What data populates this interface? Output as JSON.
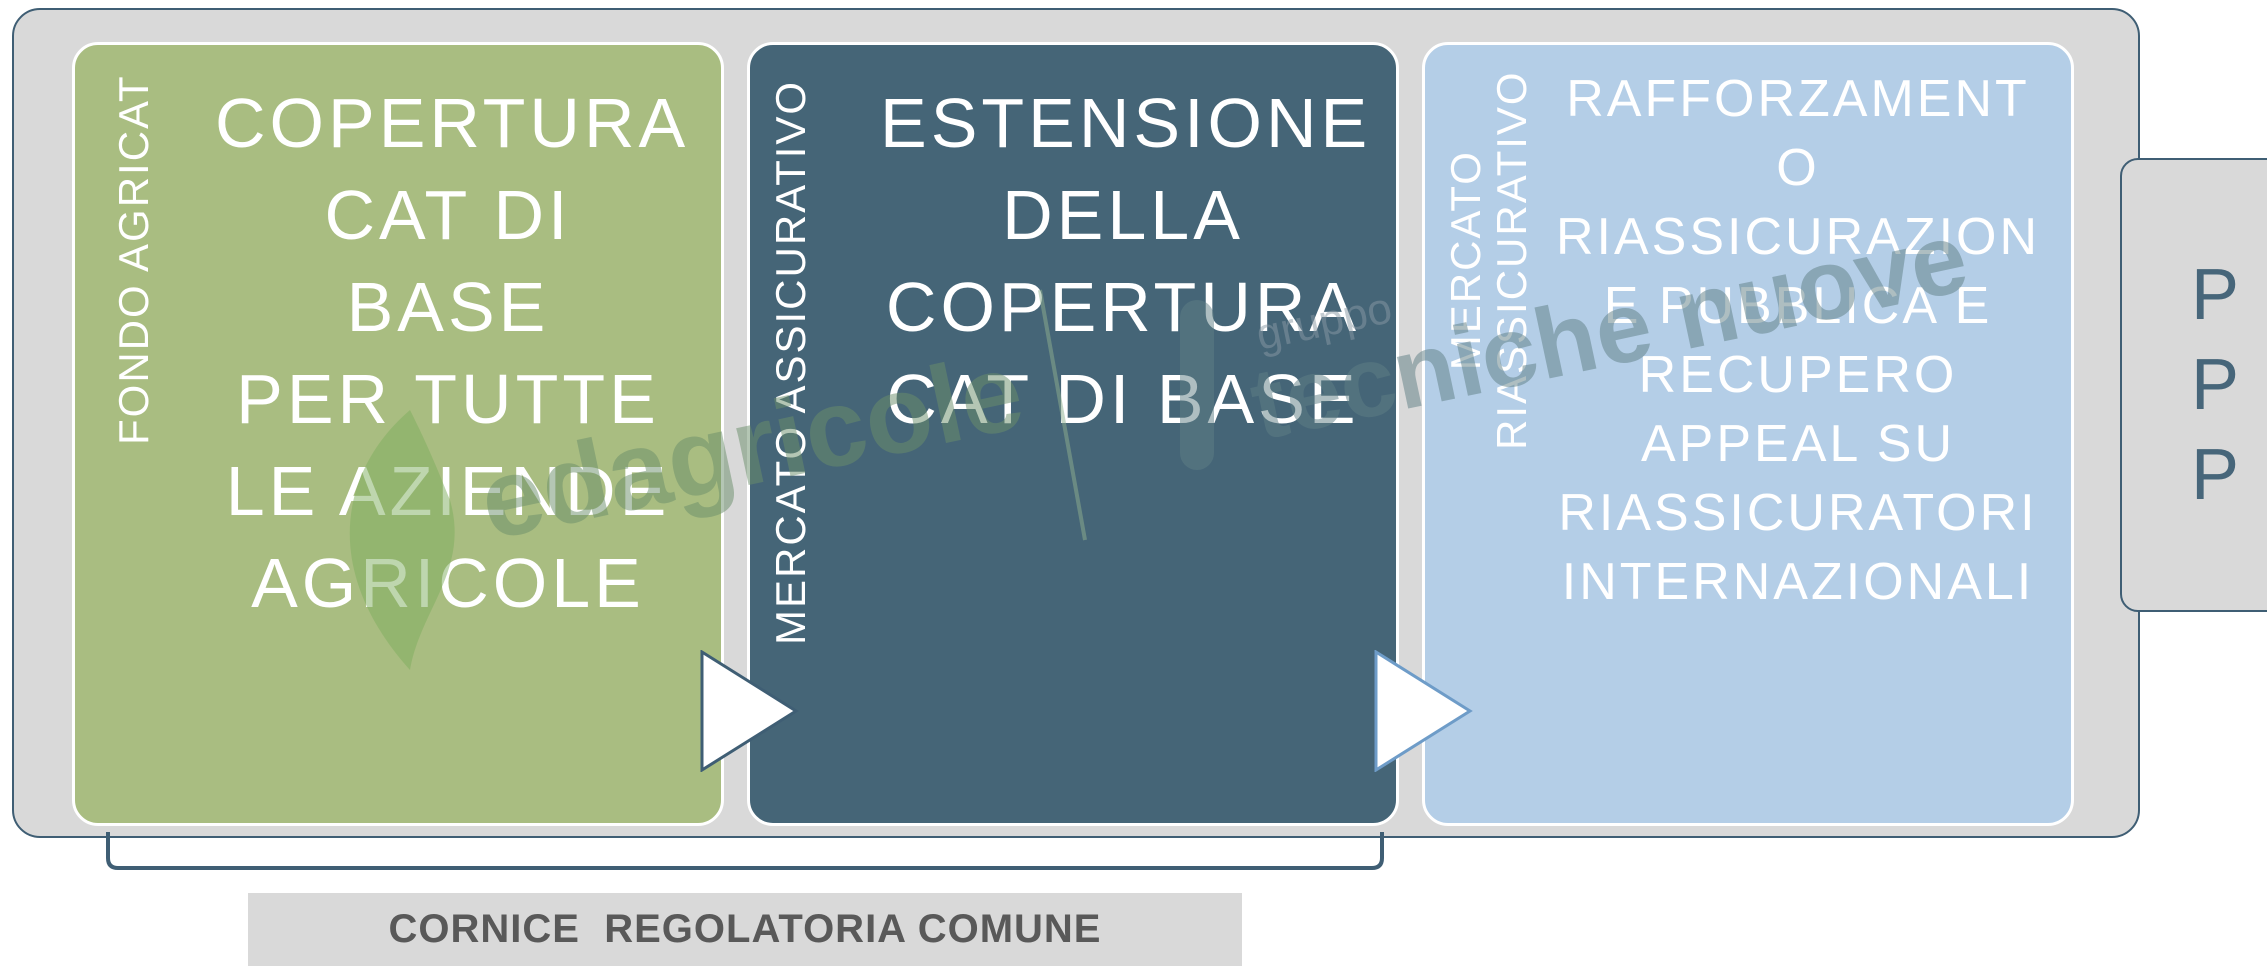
{
  "panels": [
    {
      "side_label": "FONDO AGRICAT",
      "text_lines": [
        "COPERTURA",
        "CAT DI BASE",
        "PER TUTTE",
        "LE AZIENDE",
        "AGRICOLE"
      ],
      "color": "#a9bd81"
    },
    {
      "side_label": "MERCATO ASSICURATIVO",
      "text_lines": [
        "ESTENSIONE",
        "DELLA",
        "COPERTURA",
        "CAT DI BASE"
      ],
      "color": "#456577"
    },
    {
      "side_label_lines": [
        "MERCATO",
        "RIASSICURATIVO"
      ],
      "text_lines": [
        "RAFFORZAMENT",
        "O",
        "RIASSICURAZION",
        "E PUBBLICA E",
        "RECUPERO",
        "APPEAL SU",
        "RIASSICURATORI",
        "INTERNAZIONALI"
      ],
      "color": "#b4cee7"
    }
  ],
  "side_tab": {
    "letters": [
      "P",
      "P",
      "P"
    ]
  },
  "caption": "CORNICE  REGOLATORIA COMUNE",
  "watermark": {
    "text_left": "edagricole",
    "text_small": "gruppo",
    "text_right": "tecniche nuove"
  },
  "colors": {
    "frame": "#d9d9d9",
    "border": "#3f5e74",
    "caption_text": "#595959",
    "tab_text": "#47667a"
  }
}
